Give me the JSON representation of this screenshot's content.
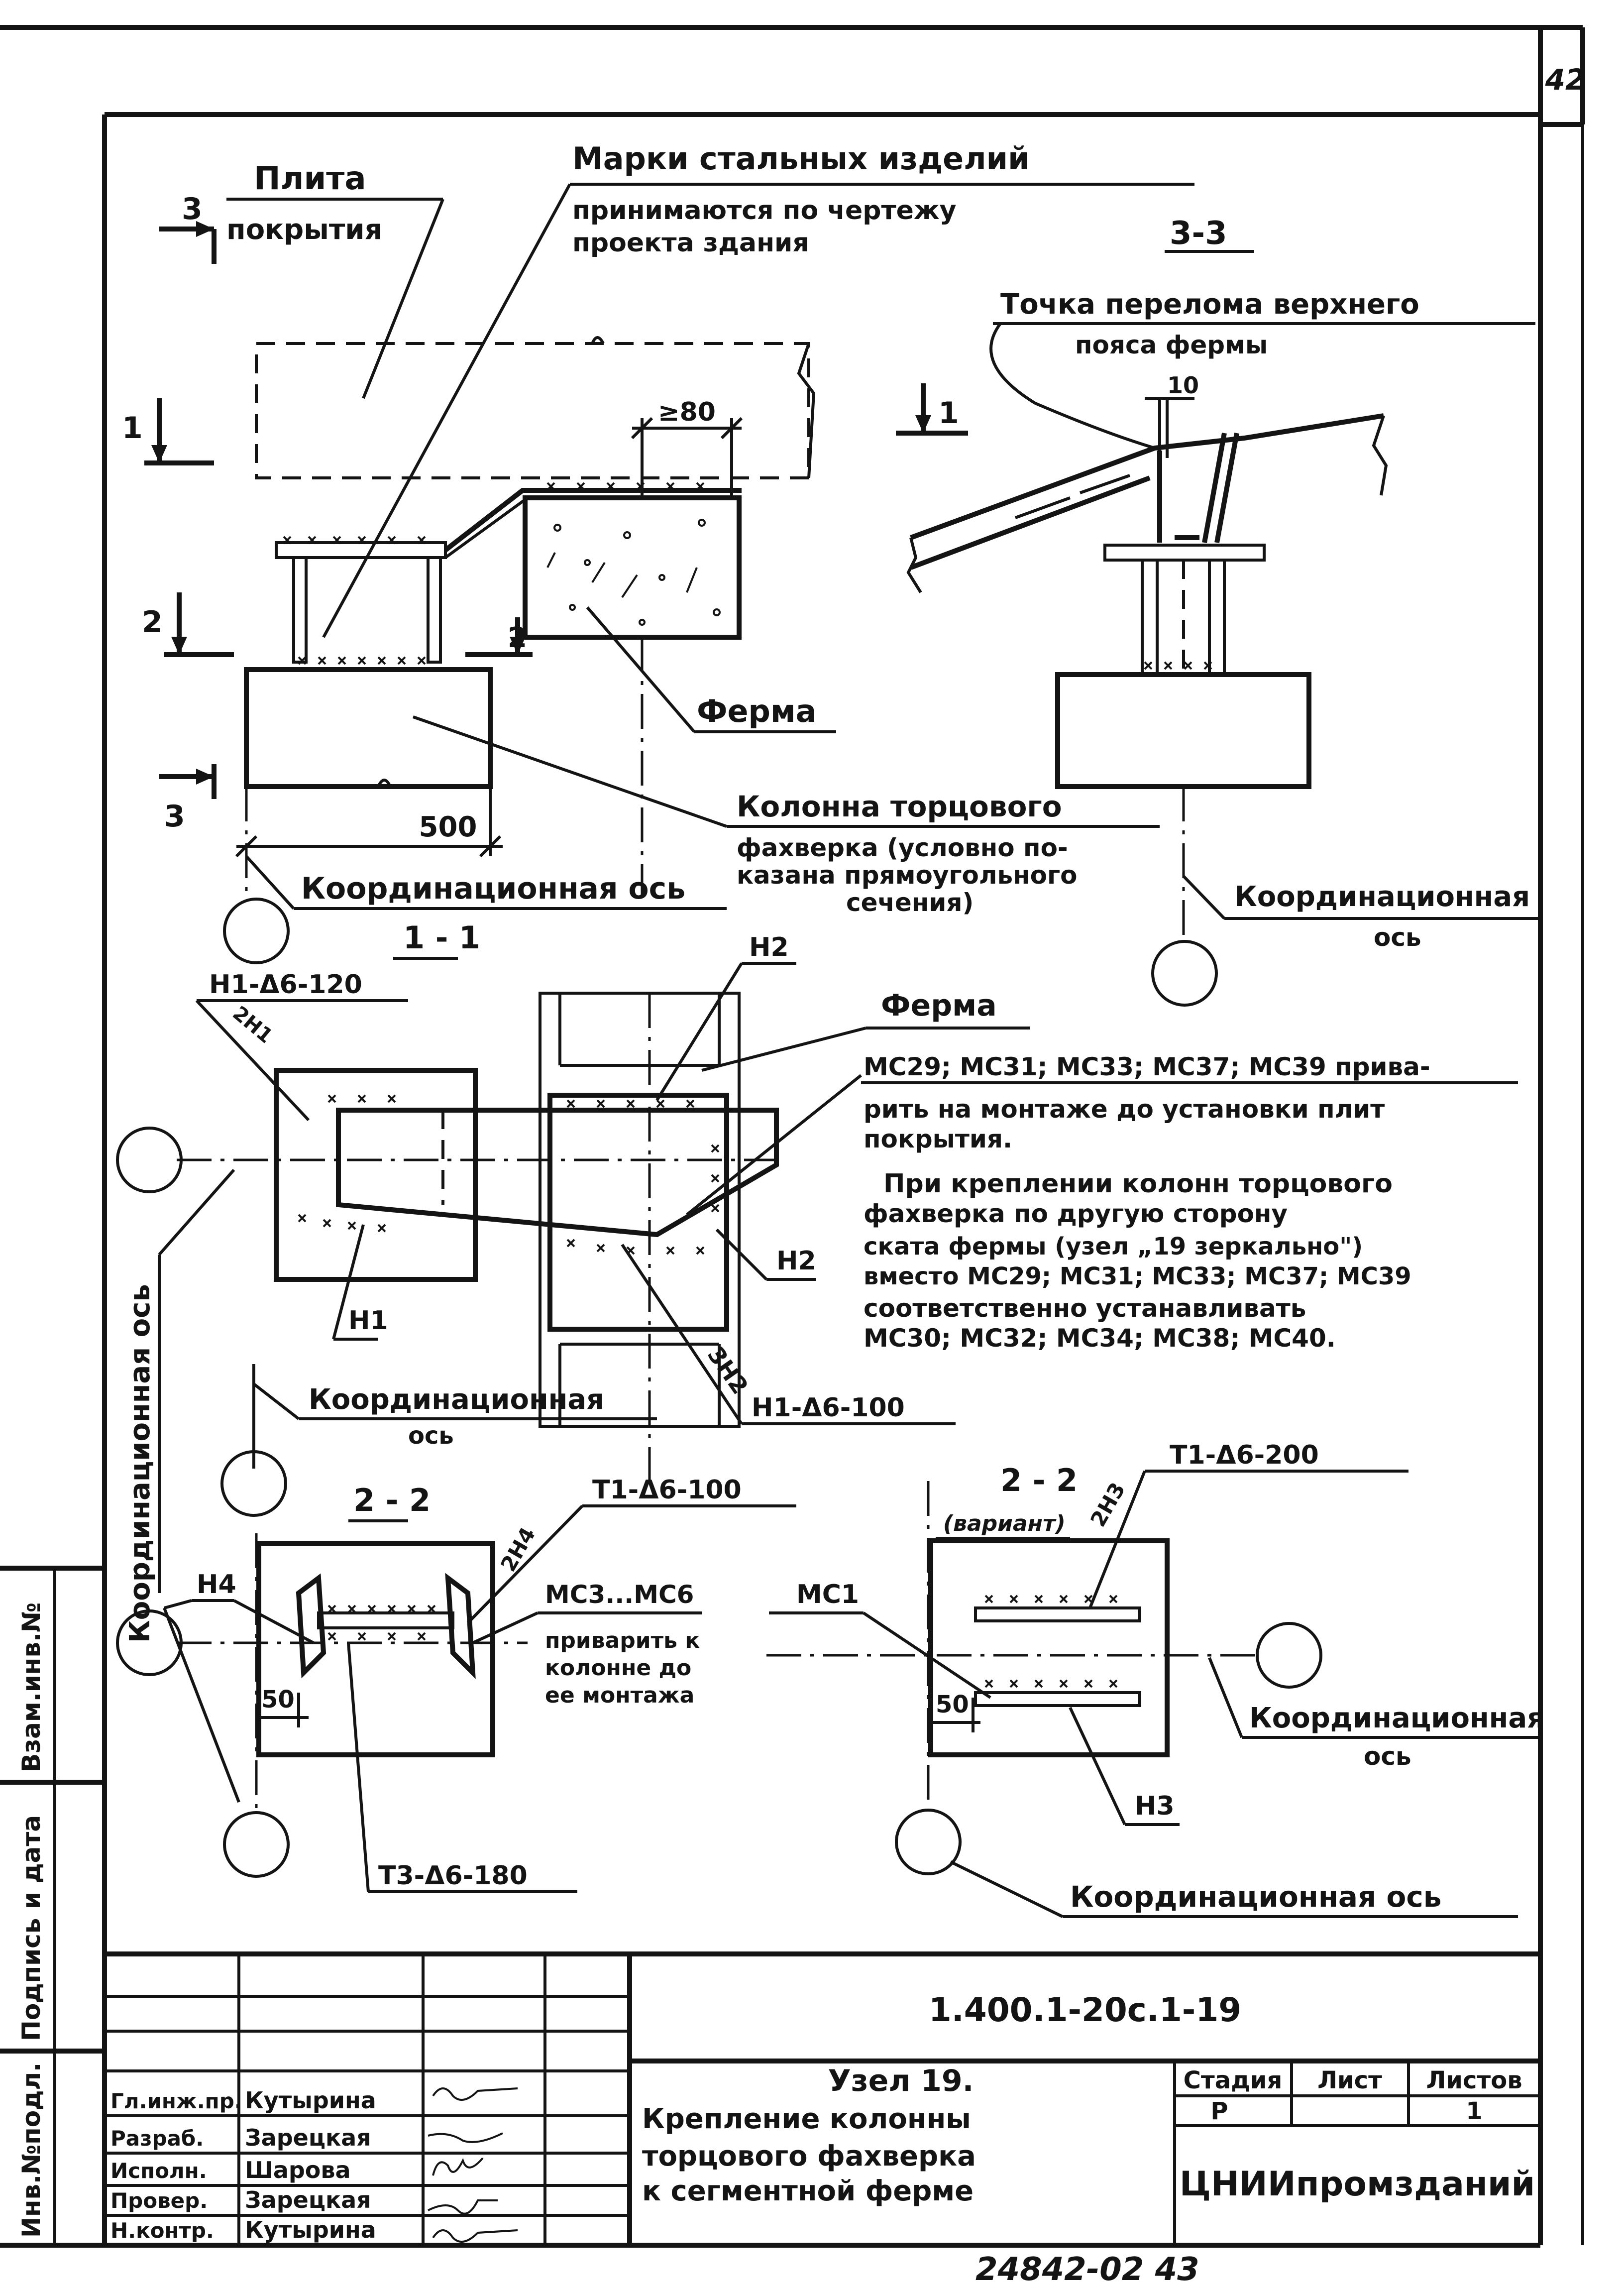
{
  "page_number": "42",
  "section_3_3": {
    "slab_label_1": "Плита",
    "slab_label_2": "покрытия",
    "marks_1": "Марки стальных изделий",
    "marks_2": "принимаются по чертежу",
    "marks_3": "проекта здания",
    "section_mark": "3-3",
    "break_1": "Точка перелома верхнего",
    "break_2": "пояса фермы",
    "dim_ge80": "≥80",
    "dim_10": "10",
    "dim_500": "500",
    "cut_3": "3",
    "cut_1": "1",
    "cut_2": "2",
    "truss": "Ферма",
    "column_1": "Колонна торцового",
    "column_2": "фахверка (условно по-",
    "column_3": "казана прямоугольного",
    "column_4": "сечения)",
    "coord_axis": "Координационная ось",
    "coord_right_1": "Координационная",
    "coord_right_2": "ось"
  },
  "section_1_1": {
    "title": "1 - 1",
    "h1_d6_120": "Н1-Δ6-120",
    "weld_2n1": "2Н1",
    "n2_top": "Н2",
    "n2_right": "Н2",
    "n1": "Н1",
    "weld_3n2": "3Н2",
    "h1_d6_100": "Н1-Δ6-100",
    "truss": "Ферма",
    "note_1": "МС29; МС31; МС33; МС37; МС39 прива-",
    "note_2": "рить на монтаже до установки плит",
    "note_3": "покрытия.",
    "note_4": "При креплении колонн торцового",
    "note_5": "фахверка по другую сторону",
    "note_6": "ската фермы (узел „19 зеркально\")",
    "note_7": "вместо МС29; МС31; МС33; МС37; МС39",
    "note_8": "соответственно устанавливать",
    "note_9": "МС30; МС32; МС34; МС38; МС40.",
    "coord_1": "Координационная",
    "coord_2": "ось",
    "coord_vertical": "Координационная ось"
  },
  "section_2_2": {
    "title": "2 - 2",
    "title_variant": "2 - 2",
    "variant": "(вариант)",
    "t1_d6_100": "Т1-Δ6-100",
    "t1_d6_200": "Т1-Δ6-200",
    "weld_2n4": "2Н4",
    "weld_2n3": "2Н3",
    "n4": "Н4",
    "mc3_mc6": "МС3...МС6",
    "weld_1": "приварить к",
    "weld_2": "колонне до",
    "weld_3": "ее монтажа",
    "mc1": "МС1",
    "dim_50_left": "50",
    "dim_50_right": "50",
    "t3_d6_180": "Т3-Δ6-180",
    "n3": "Н3",
    "coord_right_1": "Координационная",
    "coord_right_2": "ось",
    "coord_bottom": "Координационная ось"
  },
  "side_stamp": {
    "inv_vzam": "Взам.инв.№",
    "sign_date": "Подпись и дата",
    "inv_podl": "Инв.№подл."
  },
  "title_block": {
    "code": "1.400.1-20с.1-19",
    "title_1": "Узел 19.",
    "title_2": "Крепление колонны",
    "title_3": "торцового фахверка",
    "title_4": "к сегментной ферме",
    "stage_h": "Стадия",
    "sheet_h": "Лист",
    "sheets_h": "Листов",
    "stage": "Р",
    "sheet": "",
    "sheets": "1",
    "org": "ЦНИИпромзданий",
    "roles": [
      "Гл.инж.пр.",
      "Разраб.",
      "Исполн.",
      "Провер.",
      "Н.контр."
    ],
    "names": [
      "Кутырина",
      "Зарецкая",
      "Шарова",
      "Зарецкая",
      "Кутырина"
    ]
  },
  "footer_code": "24842-02   43"
}
